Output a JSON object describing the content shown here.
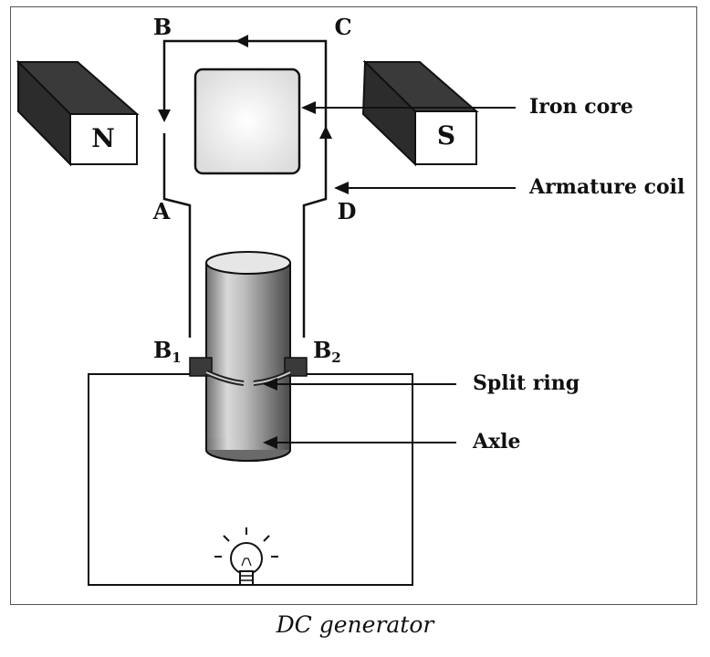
{
  "magnets": {
    "north": "N",
    "south": "S"
  },
  "coil_points": {
    "a": "A",
    "b": "B",
    "c": "C",
    "d": "D"
  },
  "brushes": {
    "b1": "B",
    "b1_sub": "1",
    "b2": "B",
    "b2_sub": "2"
  },
  "callouts": {
    "iron_core": "Iron core",
    "armature_coil": "Armature coil",
    "split_ring": "Split ring",
    "axle": "Axle"
  },
  "caption": "DC generator",
  "colors": {
    "magnet_dark": "#3a3a3a",
    "line": "#111111",
    "core_fill": "#f4f4f4"
  }
}
